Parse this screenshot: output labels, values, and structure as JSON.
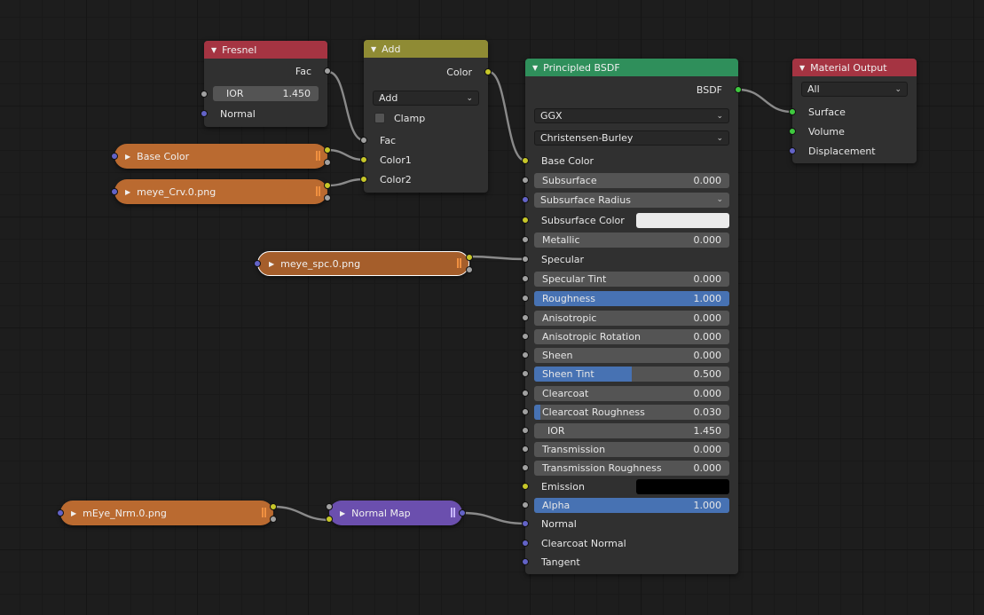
{
  "colors": {
    "grid_bg": "#1d1d1d",
    "node_body": "#303030",
    "header_input": "#a53442",
    "header_converter": "#8f8b34",
    "header_shader": "#2f8f5b",
    "header_output": "#a53442",
    "texture_pill": "#ba6a30",
    "vector_pill": "#6b4fae",
    "socket_gray": "#a1a1a1",
    "socket_yellow": "#c7c729",
    "socket_blue": "#6363c7",
    "socket_green": "#3fc93f",
    "slider_fill": "#4772b3"
  },
  "fresnel": {
    "title": "Fresnel",
    "fac": "Fac",
    "ior_label": "IOR",
    "ior_value": "1.450",
    "normal": "Normal"
  },
  "add_node": {
    "title": "Add",
    "color_out": "Color",
    "operation": "Add",
    "clamp": "Clamp",
    "fac": "Fac",
    "color1": "Color1",
    "color2": "Color2"
  },
  "texture_nodes": {
    "base_color": "Base Color",
    "crv": "meye_Crv.0.png",
    "spc": "meye_spc.0.png",
    "nrm": "mEye_Nrm.0.png"
  },
  "normal_map": {
    "title": "Normal Map"
  },
  "bsdf": {
    "title": "Principled BSDF",
    "output": "BSDF",
    "distribution": "GGX",
    "subsurface_method": "Christensen-Burley",
    "base_color": "Base Color",
    "subsurface": {
      "label": "Subsurface",
      "value": "0.000"
    },
    "subsurface_radius": "Subsurface Radius",
    "subsurface_color": "Subsurface Color",
    "subsurface_color_swatch": "#ebebeb",
    "metallic": {
      "label": "Metallic",
      "value": "0.000"
    },
    "specular": "Specular",
    "specular_tint": {
      "label": "Specular Tint",
      "value": "0.000"
    },
    "roughness": {
      "label": "Roughness",
      "value": "1.000",
      "fill": 1.0
    },
    "anisotropic": {
      "label": "Anisotropic",
      "value": "0.000"
    },
    "anisotropic_rotation": {
      "label": "Anisotropic Rotation",
      "value": "0.000"
    },
    "sheen": {
      "label": "Sheen",
      "value": "0.000"
    },
    "sheen_tint": {
      "label": "Sheen Tint",
      "value": "0.500",
      "fill": 0.5
    },
    "clearcoat": {
      "label": "Clearcoat",
      "value": "0.000"
    },
    "clearcoat_roughness": {
      "label": "Clearcoat Roughness",
      "value": "0.030",
      "fill": 0.03
    },
    "ior": {
      "label": "IOR",
      "value": "1.450"
    },
    "transmission": {
      "label": "Transmission",
      "value": "0.000"
    },
    "transmission_roughness": {
      "label": "Transmission Roughness",
      "value": "0.000"
    },
    "emission": "Emission",
    "emission_swatch": "#000000",
    "alpha": {
      "label": "Alpha",
      "value": "1.000",
      "fill": 1.0
    },
    "normal": "Normal",
    "clearcoat_normal": "Clearcoat Normal",
    "tangent": "Tangent"
  },
  "material_output": {
    "title": "Material Output",
    "target": "All",
    "surface": "Surface",
    "volume": "Volume",
    "displacement": "Displacement"
  }
}
